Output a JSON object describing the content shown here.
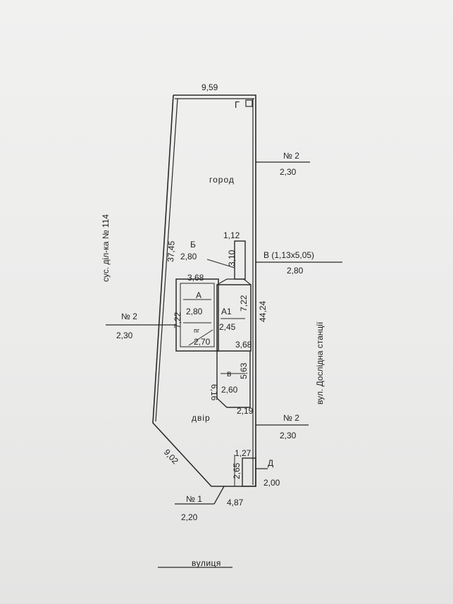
{
  "labels": {
    "street_bottom": "вулиця",
    "street_side": "вул. Дослідна станції",
    "neighbor_plot": "сус. діл-ка № 114",
    "garden": "город",
    "yard": "двір",
    "fence_no2": "№ 2",
    "fence_no2_height": "2,30",
    "fence_no1": "№ 1",
    "fence_no1_height": "2,20",
    "building_A": "А",
    "building_A_height": "2,80",
    "building_A1": "А1",
    "building_A1_height": "2,45",
    "building_B": "Б",
    "building_B_height": "2,80",
    "building_V": "В (1,13х5,05)",
    "building_V_height": "2,80",
    "porch_v": "в",
    "porch_v_height": "2,60",
    "cellar": "пг",
    "cellar_height": "2,70",
    "building_D": "Д",
    "building_D_height": "2,00",
    "object_G": "Г"
  },
  "dimensions": {
    "top": "9,59",
    "left": "37,45",
    "right": "44,24",
    "diagonal": "9,02",
    "bottom": "4,87",
    "d1": "1,12",
    "d2": "3,10",
    "d3": "3,68",
    "d4": "7,22",
    "d5": "7,22",
    "d6": "3,68",
    "d7": "6,16",
    "d8": "5,63",
    "d9": "2,19",
    "d10": "1,27",
    "d11": "2,65"
  }
}
